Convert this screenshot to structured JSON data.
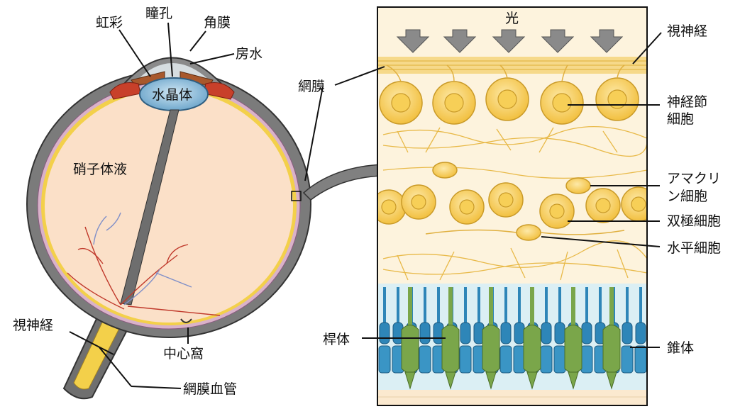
{
  "eye": {
    "labels": {
      "iris": "虹彩",
      "pupil": "瞳孔",
      "cornea": "角膜",
      "aqueous": "房水",
      "lens": "水晶体",
      "vitreous": "硝子体液",
      "optic_nerve": "視神経",
      "fovea": "中心窩",
      "retinal_vessels": "網膜血管",
      "retina": "網膜"
    }
  },
  "retina_detail": {
    "labels": {
      "light": "光",
      "optic_nerve": "視神経",
      "ganglion_line1": "神経節",
      "ganglion_line2": "細胞",
      "amacrine_line1": "アマクリ",
      "amacrine_line2": "ン細胞",
      "bipolar": "双極細胞",
      "horizontal": "水平細胞",
      "rod": "桿体",
      "cone": "錐体"
    }
  },
  "colors": {
    "eye_interior": "#fbe0c8",
    "sclera": "#7a7a7a",
    "retina_yellow": "#f5d24a",
    "cell_body": "#f8d46a",
    "rod_blue": "#2e86b8",
    "cone_green": "#7aa64a",
    "vessel_red": "#c0392b"
  }
}
